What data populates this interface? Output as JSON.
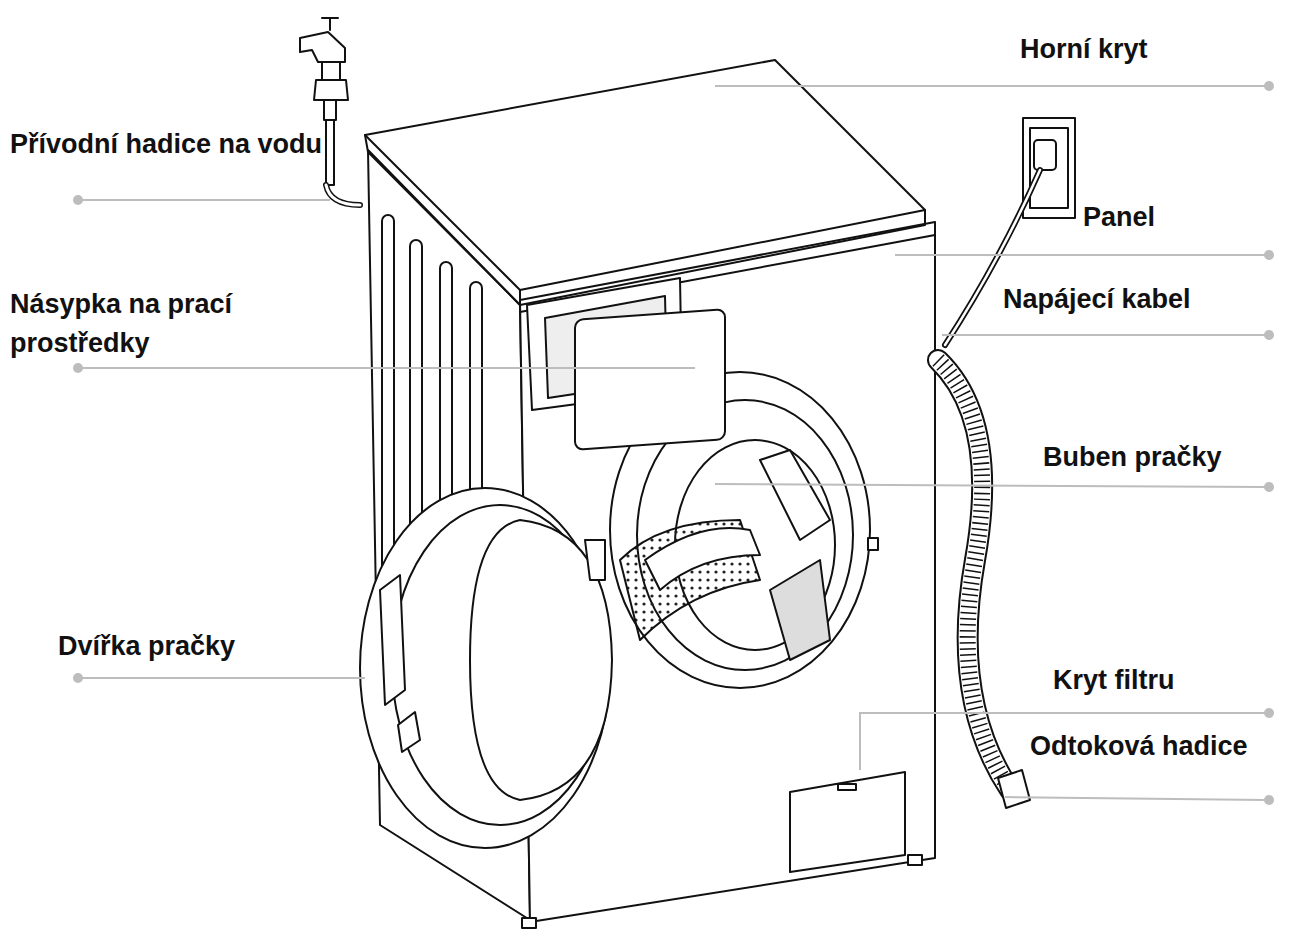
{
  "diagram": {
    "labels": [
      "Horní kryt",
      "Přívodní hadice na vodu",
      "Panel",
      "Napájecí kabel",
      "Násypka na prací prostředky",
      "Buben pračky",
      "Dvířka pračky",
      "Kryt filtru",
      "Odtoková hadice"
    ]
  }
}
